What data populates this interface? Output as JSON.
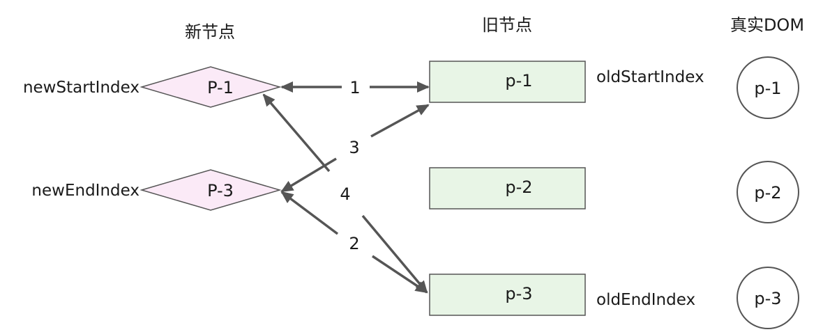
{
  "colors": {
    "diamond_fill": "#fbeaf7",
    "diamond_stroke": "#555555",
    "rect_fill": "#e8f5e6",
    "rect_stroke": "#555555",
    "circle_stroke": "#555555",
    "arrow": "#555555"
  },
  "headers": {
    "new_nodes": "新节点",
    "old_nodes": "旧节点",
    "real_dom": "真实DOM"
  },
  "new_nodes": {
    "start": {
      "label": "P-1",
      "pointer": "newStartIndex"
    },
    "end": {
      "label": "P-3",
      "pointer": "newEndIndex"
    }
  },
  "old_nodes": {
    "first": {
      "label": "p-1",
      "pointer": "oldStartIndex"
    },
    "second": {
      "label": "p-2"
    },
    "third": {
      "label": "p-3",
      "pointer": "oldEndIndex"
    }
  },
  "real_dom": {
    "first": {
      "label": "p-1"
    },
    "second": {
      "label": "p-2"
    },
    "third": {
      "label": "p-3"
    }
  },
  "steps": {
    "one": "1",
    "two": "2",
    "three": "3",
    "four": "4"
  }
}
